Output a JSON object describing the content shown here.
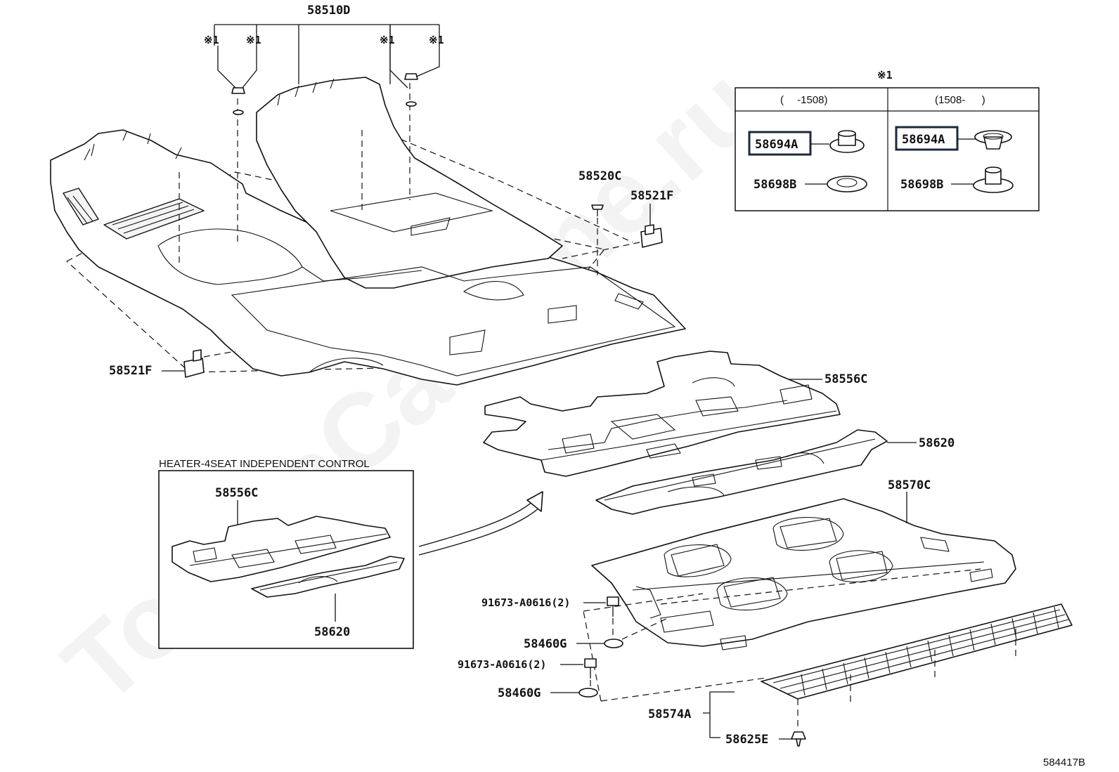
{
  "diagram_number": "584417B",
  "watermark": "ToyotaCarMine.ru",
  "labels": {
    "floor_carpet": "58510D",
    "note_marker": "※1",
    "clip_plug": "58520C",
    "clip_bracket_right": "58521F",
    "clip_bracket_left": "58521F",
    "silencer_rear": "58556C",
    "silencer_pad": "58620",
    "rear_carpet": "58570C",
    "bolt_upper": "91673-A0616(2)",
    "nut_upper": "58460G",
    "bolt_lower": "91673-A0616(2)",
    "nut_lower": "58460G",
    "scuff_plate": "58574A",
    "scuff_clip": "58625E"
  },
  "inset": {
    "title": "HEATER-4SEAT INDEPENDENT CONTROL",
    "label_silencer": "58556C",
    "label_pad": "58620"
  },
  "note_table": {
    "marker": "※1",
    "columns": [
      "(　 -1508)",
      "(1508- 　 )"
    ],
    "rows": [
      [
        "58694A",
        "58694A"
      ],
      [
        "58698B",
        "58698B"
      ]
    ],
    "highlighted": [
      "58694A"
    ]
  }
}
